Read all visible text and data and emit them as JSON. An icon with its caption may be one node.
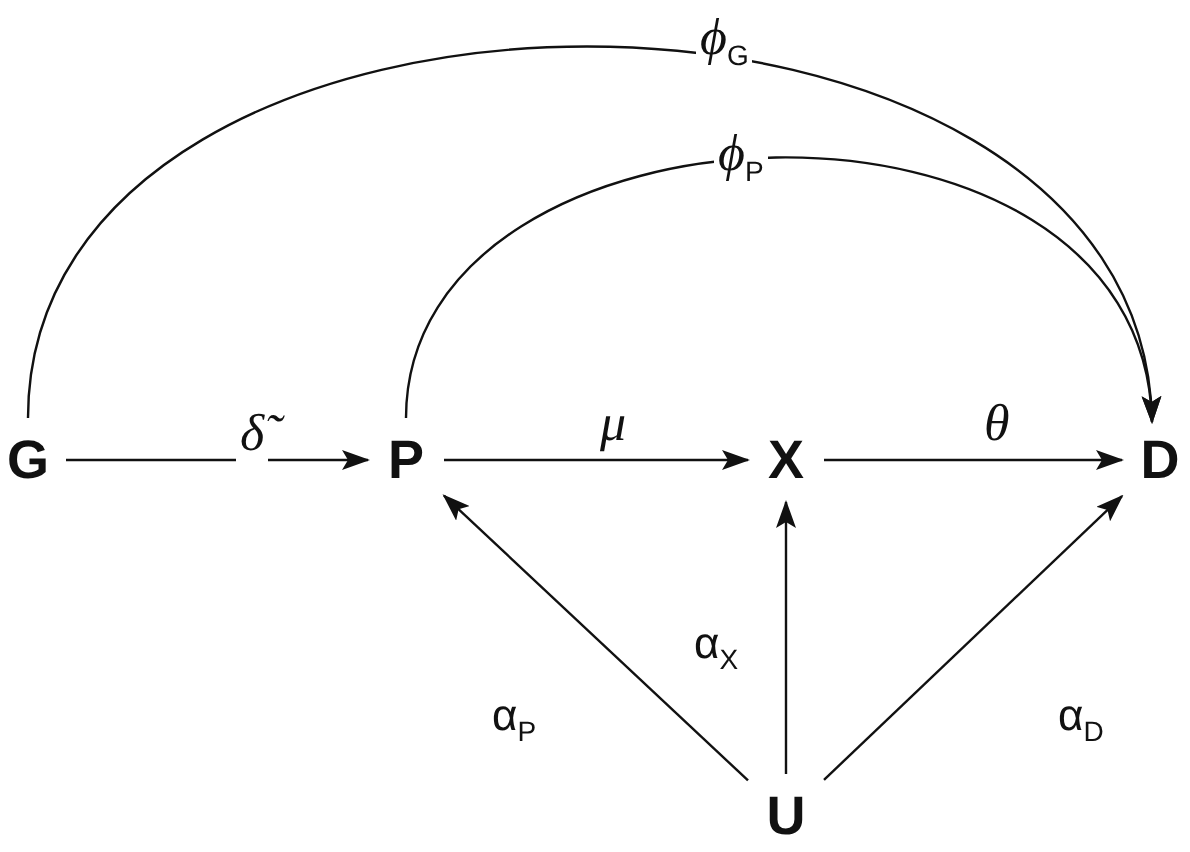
{
  "diagram": {
    "nodes": [
      {
        "text": [
          "G"
        ]
      },
      {
        "text": [
          "P"
        ]
      },
      {
        "text": [
          "X"
        ]
      },
      {
        "text": [
          "D"
        ]
      },
      {
        "text": [
          "U"
        ]
      }
    ],
    "edges": [
      {
        "from": 0,
        "to": 1,
        "arrow": "to",
        "label": "*δ̃*"
      },
      {
        "from": 1,
        "to": 2,
        "arrow": "to",
        "label": "*μ*"
      },
      {
        "from": 2,
        "to": 3,
        "arrow": "to",
        "label": "*θ*"
      },
      {
        "from": 4,
        "to": 1,
        "arrow": "to",
        "label": "α$_{P}$"
      },
      {
        "from": 4,
        "to": 2,
        "arrow": "to",
        "label": "α$_{X}$"
      },
      {
        "from": 4,
        "to": 3,
        "arrow": "to",
        "label": "α$_{D}$"
      },
      {
        "from": 0,
        "to": 3,
        "arrow": "to",
        "label": "*ϕ*$_{G}$"
      },
      {
        "from": 1,
        "to": 3,
        "arrow": "to",
        "label": "*ϕ*$_{P}$"
      }
    ]
  }
}
